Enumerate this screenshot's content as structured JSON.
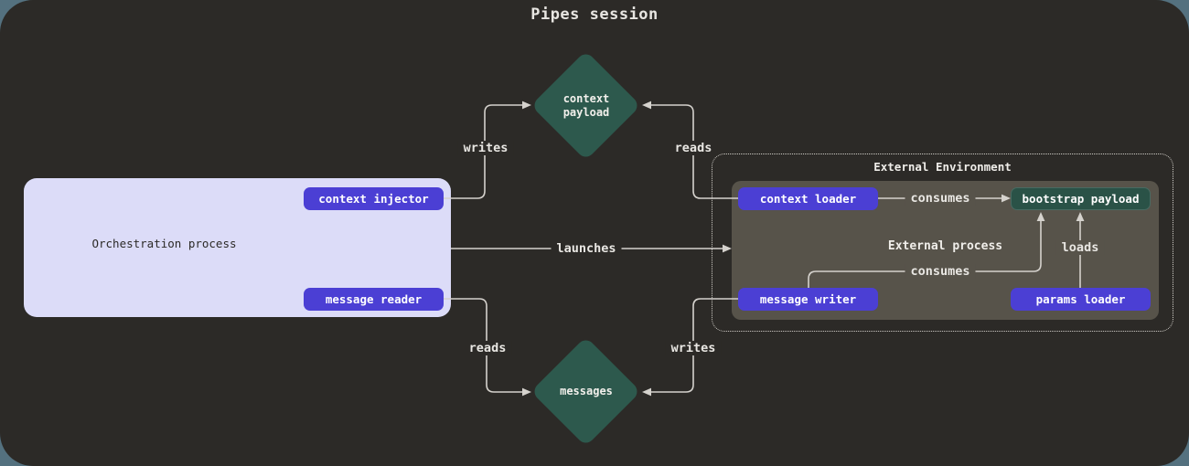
{
  "title": "Pipes session",
  "orchestration": {
    "label": "Orchestration process",
    "context_injector": "context injector",
    "message_reader": "message reader"
  },
  "external": {
    "environment_label": "External Environment",
    "process_label": "External process",
    "context_loader": "context loader",
    "bootstrap_payload": "bootstrap payload",
    "message_writer": "message writer",
    "params_loader": "params loader"
  },
  "diamonds": {
    "context_payload": "context\npayload",
    "messages": "messages"
  },
  "edges": {
    "writes_top": "writes",
    "reads_top": "reads",
    "launches": "launches",
    "reads_bottom": "reads",
    "writes_bottom": "writes",
    "consumes_top": "consumes",
    "consumes_bottom": "consumes",
    "loads": "loads"
  },
  "colors": {
    "page_background": "#54717f",
    "canvas_background": "#2c2a27",
    "node_purple": "#4b3fd4",
    "node_teal": "#2a5247",
    "diamond_teal": "#2d594d",
    "panel_lavender": "#dcdcf8",
    "panel_gray": "#57534a",
    "line": "#d5d2cd",
    "text_light": "#efede9",
    "text_dark": "#2c2a27"
  }
}
